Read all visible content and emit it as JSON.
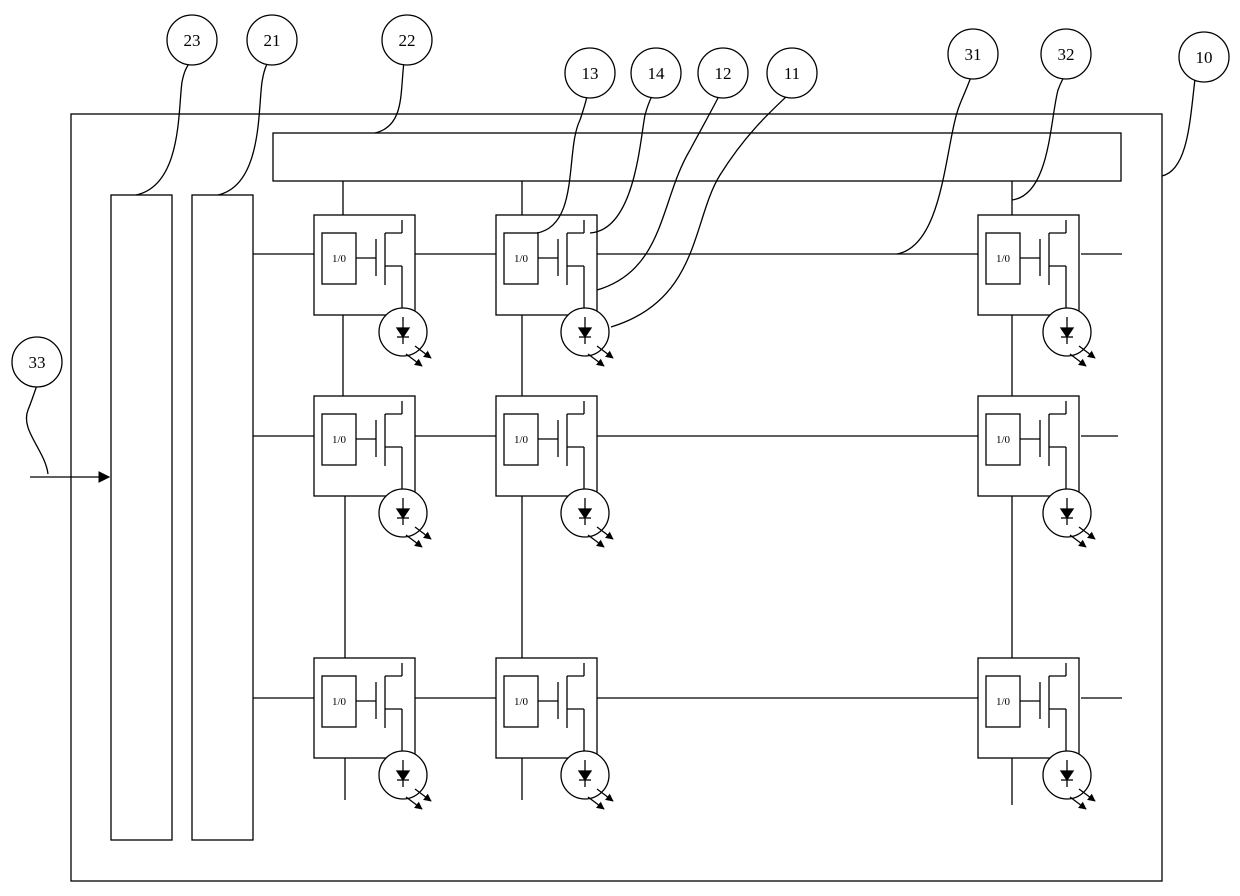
{
  "figure": {
    "pixel_label": "1/0",
    "reference_numerals": {
      "ref_10": "10",
      "ref_11": "11",
      "ref_12": "12",
      "ref_13": "13",
      "ref_14": "14",
      "ref_21": "21",
      "ref_22": "22",
      "ref_23": "23",
      "ref_31": "31",
      "ref_32": "32",
      "ref_33": "33"
    },
    "colors": {
      "stroke": "#000000",
      "background": "#ffffff"
    }
  }
}
